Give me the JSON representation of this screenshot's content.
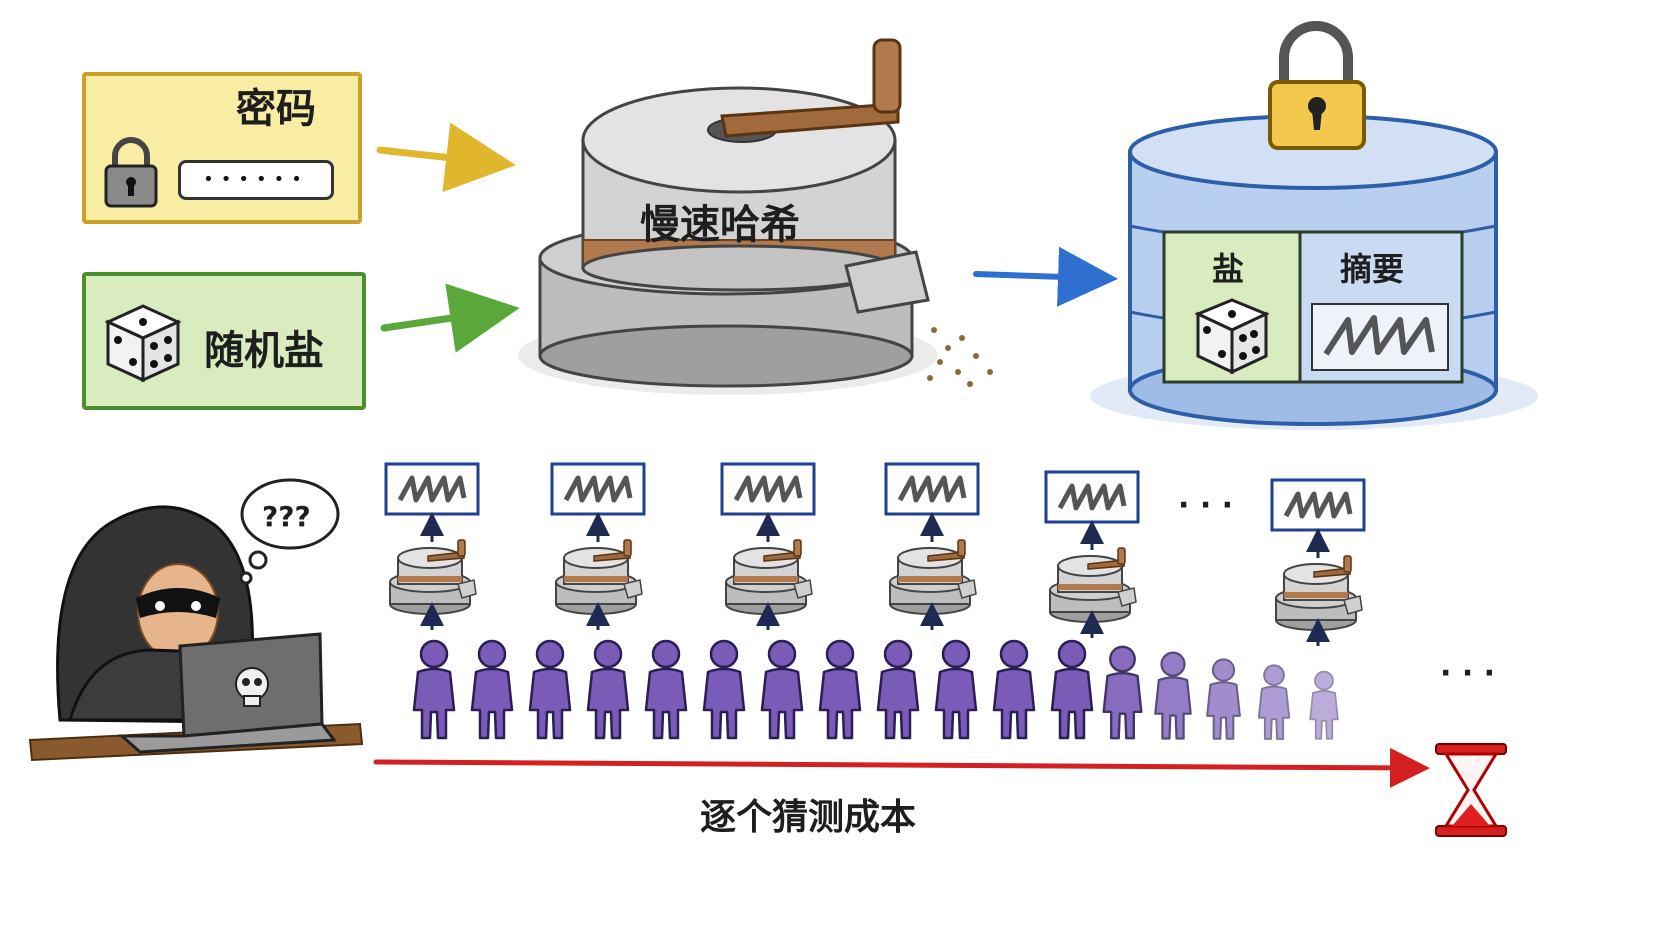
{
  "password_card": {
    "title": "密码",
    "mask": "••••••",
    "icon": "padlock-icon"
  },
  "salt_card": {
    "title": "随机盐",
    "icon": "dice-icon"
  },
  "slow_hash": {
    "label": "慢速哈希",
    "icon": "millstone-icon"
  },
  "database": {
    "lock_icon": "padlock-icon",
    "salt_label": "盐",
    "digest_label": "摘要",
    "salt_icon": "dice-icon",
    "digest_icon": "scribbled-digest-icon"
  },
  "attacker": {
    "thought": "???",
    "icon": "hooded-hacker-icon",
    "laptop_icon": "skull-icon"
  },
  "guess_rows": {
    "count": 6,
    "ellipsis": "· · ·",
    "digest_icon": "scribbled-digest-icon",
    "mill_icon": "millstone-icon"
  },
  "attackers": {
    "count": 17,
    "ellipsis": "· · ·",
    "icon": "person-icon"
  },
  "cost": {
    "caption": "逐个猜测成本",
    "icon": "hourglass-icon"
  },
  "colors": {
    "password_fill": "#f8eda2",
    "password_border": "#c9a227",
    "salt_fill": "#d8ecbf",
    "salt_border": "#4a8f2e",
    "db_fill": "#b8cff0",
    "db_border": "#2e5ea8",
    "arrow_yellow": "#e0b62c",
    "arrow_green": "#5aa83a",
    "arrow_blue": "#2f6fd0",
    "cost_arrow": "#d42020",
    "person": "#7a5cb8",
    "digest_border": "#1f3f8f"
  }
}
